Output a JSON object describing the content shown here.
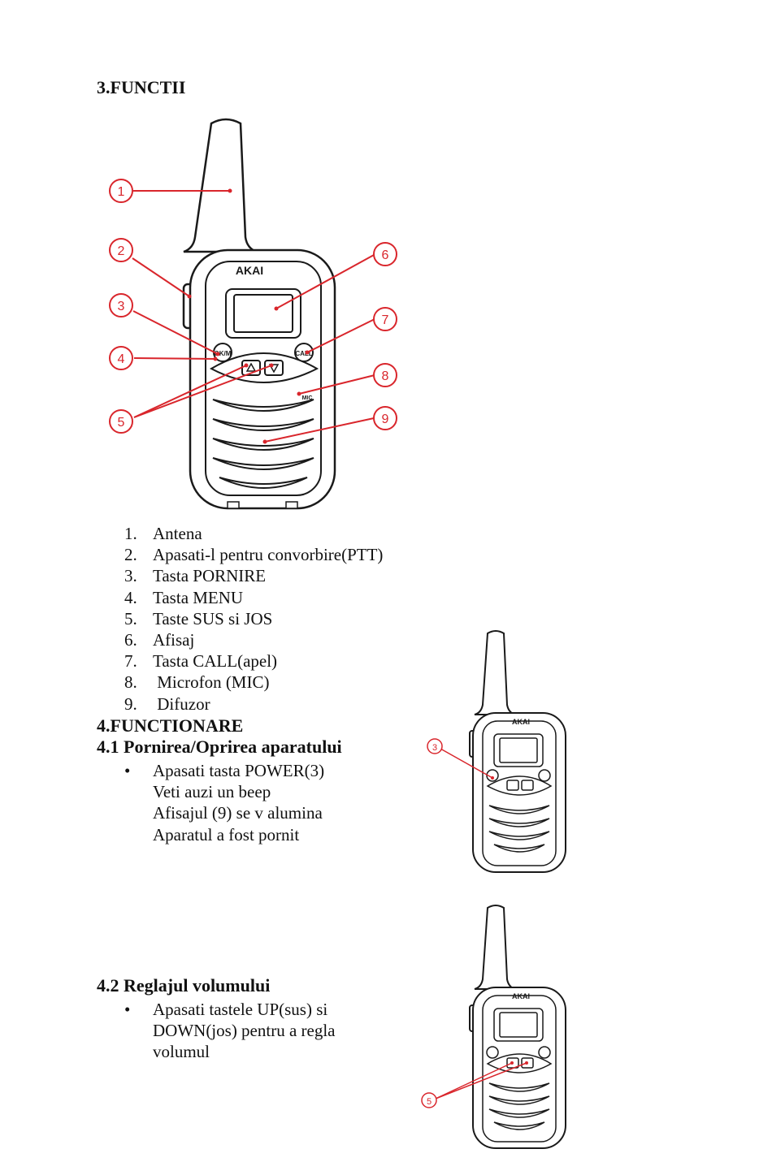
{
  "section3": {
    "title": "3.FUNCTII"
  },
  "diagram": {
    "brand": "AKAI",
    "ok_label": "OK/M",
    "call_label": "CALL",
    "mic_label": "MIC",
    "callouts": [
      "1",
      "2",
      "3",
      "4",
      "5",
      "6",
      "7",
      "8",
      "9"
    ]
  },
  "functions_list": [
    {
      "num": "1.",
      "text": "Antena"
    },
    {
      "num": "2.",
      "text": "Apasati-l pentru convorbire(PTT)"
    },
    {
      "num": "3.",
      "text": "Tasta PORNIRE"
    },
    {
      "num": "4.",
      "text": "Tasta MENU"
    },
    {
      "num": "5.",
      "text": "Taste SUS si JOS"
    },
    {
      "num": "6.",
      "text": "Afisaj"
    },
    {
      "num": "7.",
      "text": "Tasta CALL(apel)"
    },
    {
      "num": "8.",
      "text": " Microfon (MIC)"
    },
    {
      "num": "9.",
      "text": " Difuzor"
    }
  ],
  "section4": {
    "title": "4.FUNCTIONARE"
  },
  "section4_1": {
    "title": "4.1 Pornirea/Oprirea aparatului",
    "bullet": "•",
    "lines": [
      "Apasati tasta POWER(3)",
      "Veti auzi un beep",
      "Afisajul (9) se v alumina",
      "Aparatul a fost pornit"
    ],
    "callout": "3"
  },
  "section4_2": {
    "title": "4.2 Reglajul volumului",
    "bullet": "•",
    "lines": [
      "Apasati tastele UP(sus) si",
      "DOWN(jos) pentru a regla",
      "volumul"
    ],
    "callout": "5"
  },
  "colors": {
    "callout_red": "#d9262c",
    "line": "#1a1a1a",
    "text": "#111111"
  }
}
